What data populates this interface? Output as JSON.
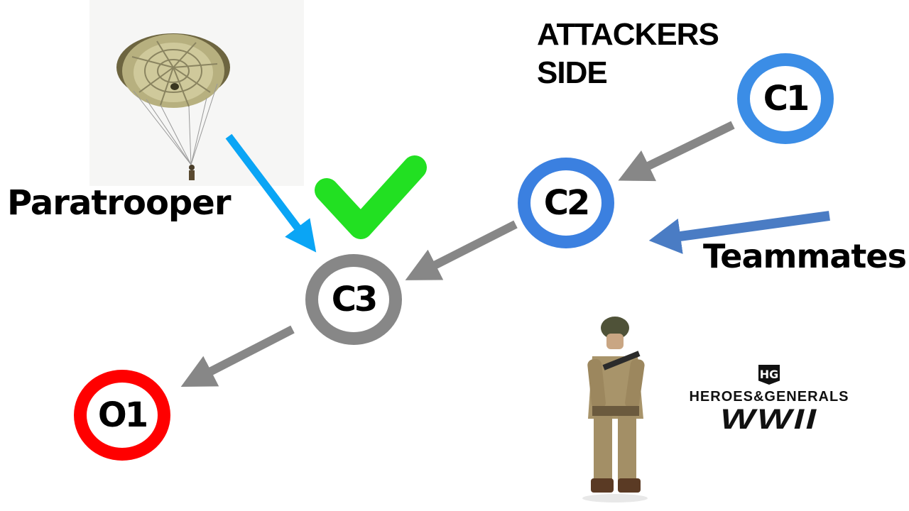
{
  "title": {
    "line1": "ATTACKERS",
    "line2": "SIDE"
  },
  "labels": {
    "paratrooper": "Paratrooper",
    "teammates": "Teammates"
  },
  "nodes": {
    "c1": "C1",
    "c2": "C2",
    "c3": "C3",
    "o1": "O1"
  },
  "logo": {
    "mark": "HG",
    "title": "HEROES&GENERALS",
    "subtitle": "WWII"
  },
  "colors": {
    "capture_blue": "#3b8de6",
    "neutral_gray": "#878787",
    "objective_red": "#ff0000",
    "paratrooper_arrow": "#0aa5f5",
    "teammate_arrow": "#4a7cc4",
    "check_green": "#22e022"
  },
  "icons": [
    "parachute-icon",
    "check-icon",
    "soldier-icon"
  ]
}
